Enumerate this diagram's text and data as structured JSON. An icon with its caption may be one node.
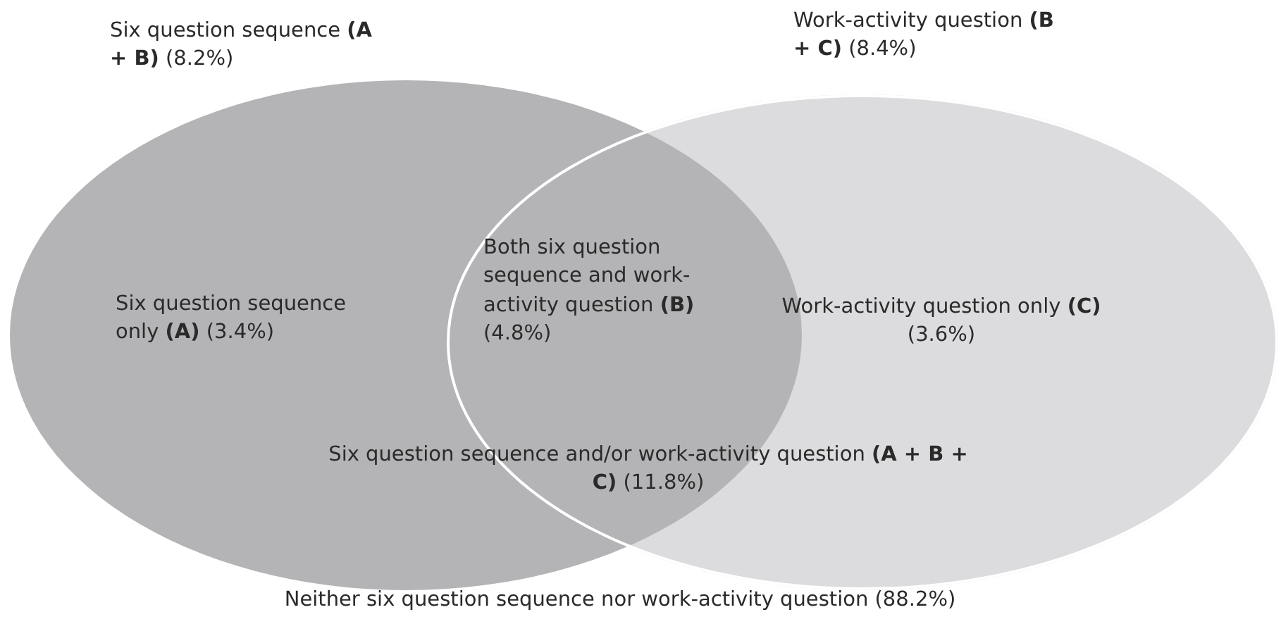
{
  "diagram": {
    "nodes": [
      {
        "text": [
          "Six question sequence **(A + B)** (8.2%)",
          "Six question sequence only **(A)** (3.4%)"
        ]
      },
      {
        "text": [
          "Work-activity question **(B + C)** (8.4%)",
          "Work-activity question only **(C)** (3.6%)"
        ]
      }
    ],
    "labels": [
      "Both six question sequence and work-activity question **(B)** (4.8%)",
      "Six question sequence and/or work-activity question **(A + B + C)** (11.8%)",
      "Neither six question sequence nor work-activity question (88.2%)"
    ]
  }
}
